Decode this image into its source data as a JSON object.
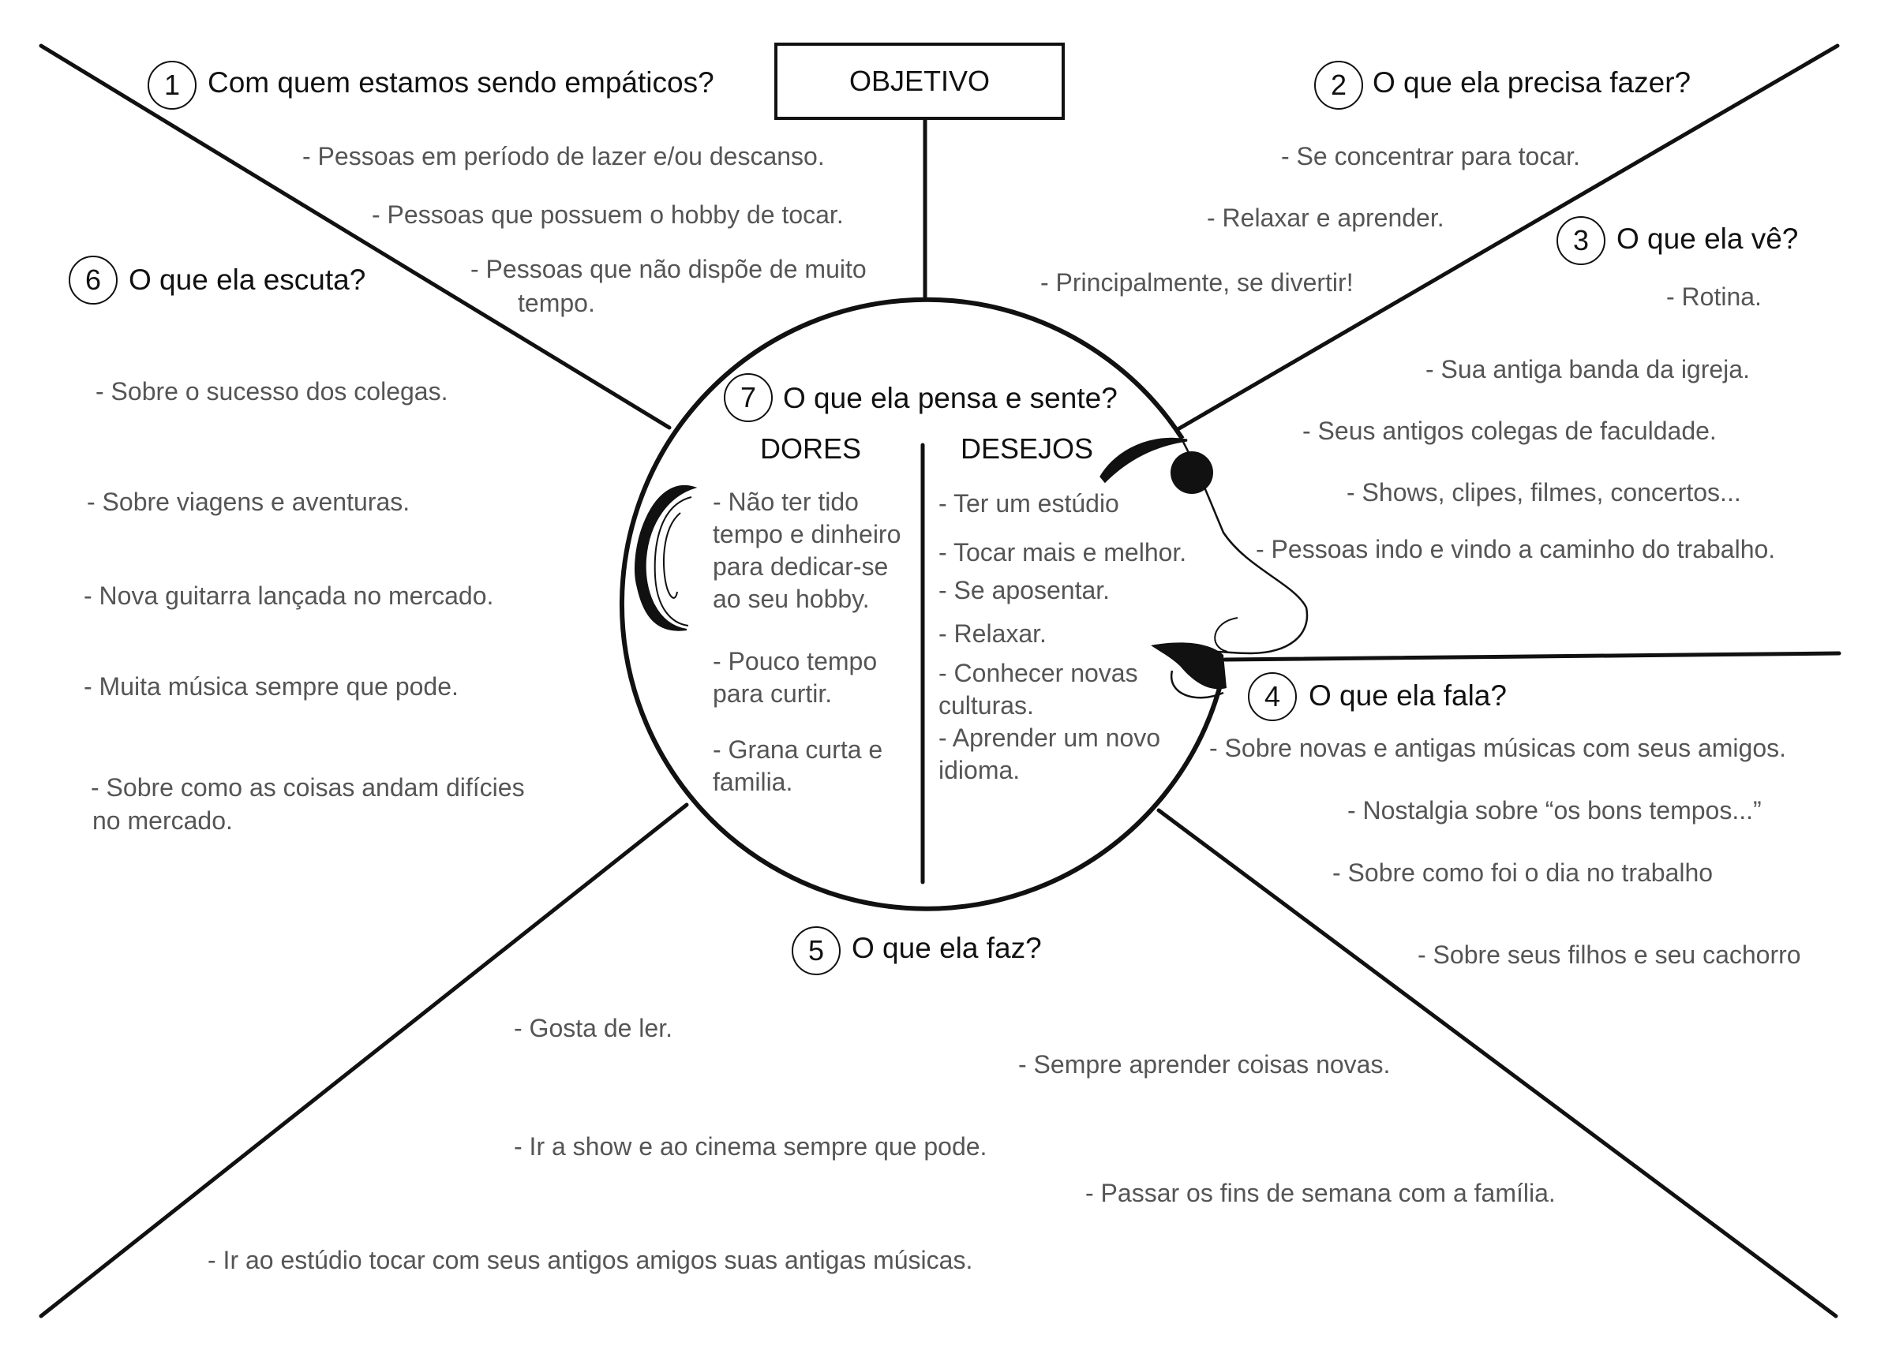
{
  "objective": "OBJETIVO",
  "sections": {
    "s1": {
      "number": "1",
      "title": "Com quem estamos sendo empáticos?",
      "items": [
        "- Pessoas em período de lazer e/ou descanso.",
        "- Pessoas que possuem o hobby de tocar.",
        "- Pessoas que não dispõe de muito",
        "tempo."
      ]
    },
    "s2": {
      "number": "2",
      "title": "O que ela precisa fazer?",
      "items": [
        "- Se concentrar para tocar.",
        "- Relaxar e aprender.",
        "- Principalmente, se divertir!"
      ]
    },
    "s3": {
      "number": "3",
      "title": "O que ela vê?",
      "items": [
        "- Rotina.",
        "- Sua antiga banda da igreja.",
        "- Seus antigos colegas de faculdade.",
        "- Shows, clipes, filmes, concertos...",
        "- Pessoas indo e vindo a caminho do trabalho."
      ]
    },
    "s4": {
      "number": "4",
      "title": "O que ela fala?",
      "items": [
        "- Sobre novas e antigas músicas com seus amigos.",
        "- Nostalgia sobre “os bons tempos...”",
        "- Sobre como foi o dia no trabalho",
        "- Sobre seus filhos e seu cachorro"
      ]
    },
    "s5": {
      "number": "5",
      "title": "O que ela faz?",
      "items": [
        "- Gosta de ler.",
        "- Sempre aprender coisas novas.",
        "- Ir a show e ao cinema sempre que pode.",
        "- Passar os fins de semana com a família.",
        "- Ir ao estúdio tocar com seus antigos amigos suas antigas músicas."
      ]
    },
    "s6": {
      "number": "6",
      "title": "O que ela escuta?",
      "items": [
        "- Sobre o sucesso dos colegas.",
        "- Sobre viagens e aventuras.",
        "- Nova guitarra lançada no mercado.",
        "- Muita música sempre que pode.",
        "- Sobre como as coisas andam difícies",
        "no mercado."
      ]
    },
    "s7": {
      "number": "7",
      "title": "O que ela pensa e sente?",
      "dores": {
        "heading": "DORES",
        "items": [
          "- Não ter tido",
          "tempo e dinheiro",
          "para dedicar-se",
          "ao seu hobby.",
          "- Pouco tempo",
          "para curtir.",
          "- Grana curta e",
          "familia."
        ]
      },
      "desejos": {
        "heading": "DESEJOS",
        "items": [
          "- Ter um estúdio",
          "- Tocar mais e melhor.",
          "- Se aposentar.",
          "- Relaxar.",
          "- Conhecer novas",
          "culturas.",
          "- Aprender um novo",
          "idioma."
        ]
      }
    }
  }
}
